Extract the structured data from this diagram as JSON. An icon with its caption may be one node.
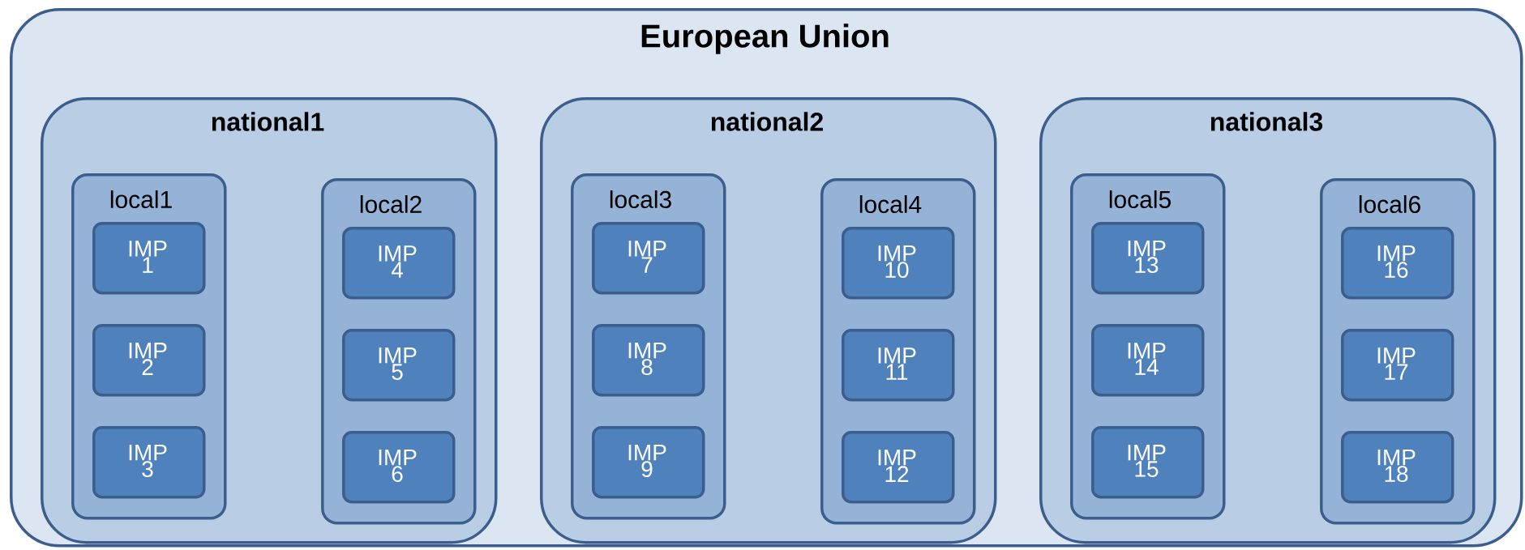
{
  "diagram": {
    "nodes": [
      {
        "text": [
          "European Union"
        ]
      },
      {
        "text": [
          "national1"
        ],
        "in": 0
      },
      {
        "text": [
          "local1"
        ],
        "in": 1
      },
      {
        "text": [
          "IMP 1"
        ],
        "in": 2
      },
      {
        "text": [
          "IMP 2"
        ],
        "in": 2
      },
      {
        "text": [
          "IMP 3"
        ],
        "in": 2
      },
      {
        "text": [
          "local2"
        ],
        "in": 1
      },
      {
        "text": [
          "IMP 4"
        ],
        "in": 6
      },
      {
        "text": [
          "IMP 5"
        ],
        "in": 6
      },
      {
        "text": [
          "IMP 6"
        ],
        "in": 6
      },
      {
        "text": [
          "national2"
        ],
        "in": 0
      },
      {
        "text": [
          "local3"
        ],
        "in": 10
      },
      {
        "text": [
          "IMP 7"
        ],
        "in": 11
      },
      {
        "text": [
          "IMP 8"
        ],
        "in": 11
      },
      {
        "text": [
          "IMP 9"
        ],
        "in": 11
      },
      {
        "text": [
          "local4"
        ],
        "in": 10
      },
      {
        "text": [
          "IMP 10"
        ],
        "in": 15
      },
      {
        "text": [
          "IMP 11"
        ],
        "in": 15
      },
      {
        "text": [
          "IMP 12"
        ],
        "in": 15
      },
      {
        "text": [
          "national3"
        ],
        "in": 0
      },
      {
        "text": [
          "local5"
        ],
        "in": 19
      },
      {
        "text": [
          "IMP 13"
        ],
        "in": 20
      },
      {
        "text": [
          "IMP 14"
        ],
        "in": 20
      },
      {
        "text": [
          "IMP 15"
        ],
        "in": 20
      },
      {
        "text": [
          "local6"
        ],
        "in": 19
      },
      {
        "text": [
          "IMP 16"
        ],
        "in": 24
      },
      {
        "text": [
          "IMP 17"
        ],
        "in": 24
      },
      {
        "text": [
          "IMP 18"
        ],
        "in": 24
      }
    ]
  }
}
